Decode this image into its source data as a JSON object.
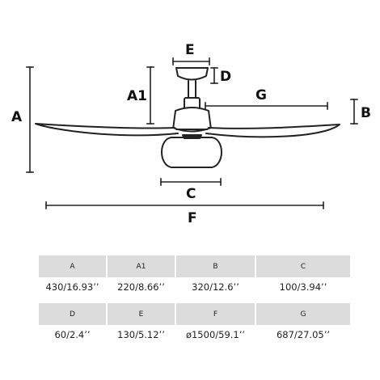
{
  "diagram": {
    "labels": {
      "A": "A",
      "A1": "A1",
      "B": "B",
      "C": "C",
      "D": "D",
      "E": "E",
      "F": "F",
      "G": "G"
    }
  },
  "specs": {
    "row1": [
      {
        "head": "A",
        "value": "430/16.93’’"
      },
      {
        "head": "A1",
        "value": "220/8.66’’"
      },
      {
        "head": "B",
        "value": "320/12.6’’"
      },
      {
        "head": "C",
        "value": "100/3.94’’"
      }
    ],
    "row2": [
      {
        "head": "D",
        "value": "60/2.4’’"
      },
      {
        "head": "E",
        "value": "130/5.12’’"
      },
      {
        "head": "F",
        "value": "ø1500/59.1’’"
      },
      {
        "head": "G",
        "value": "687/27.05’’"
      }
    ]
  }
}
